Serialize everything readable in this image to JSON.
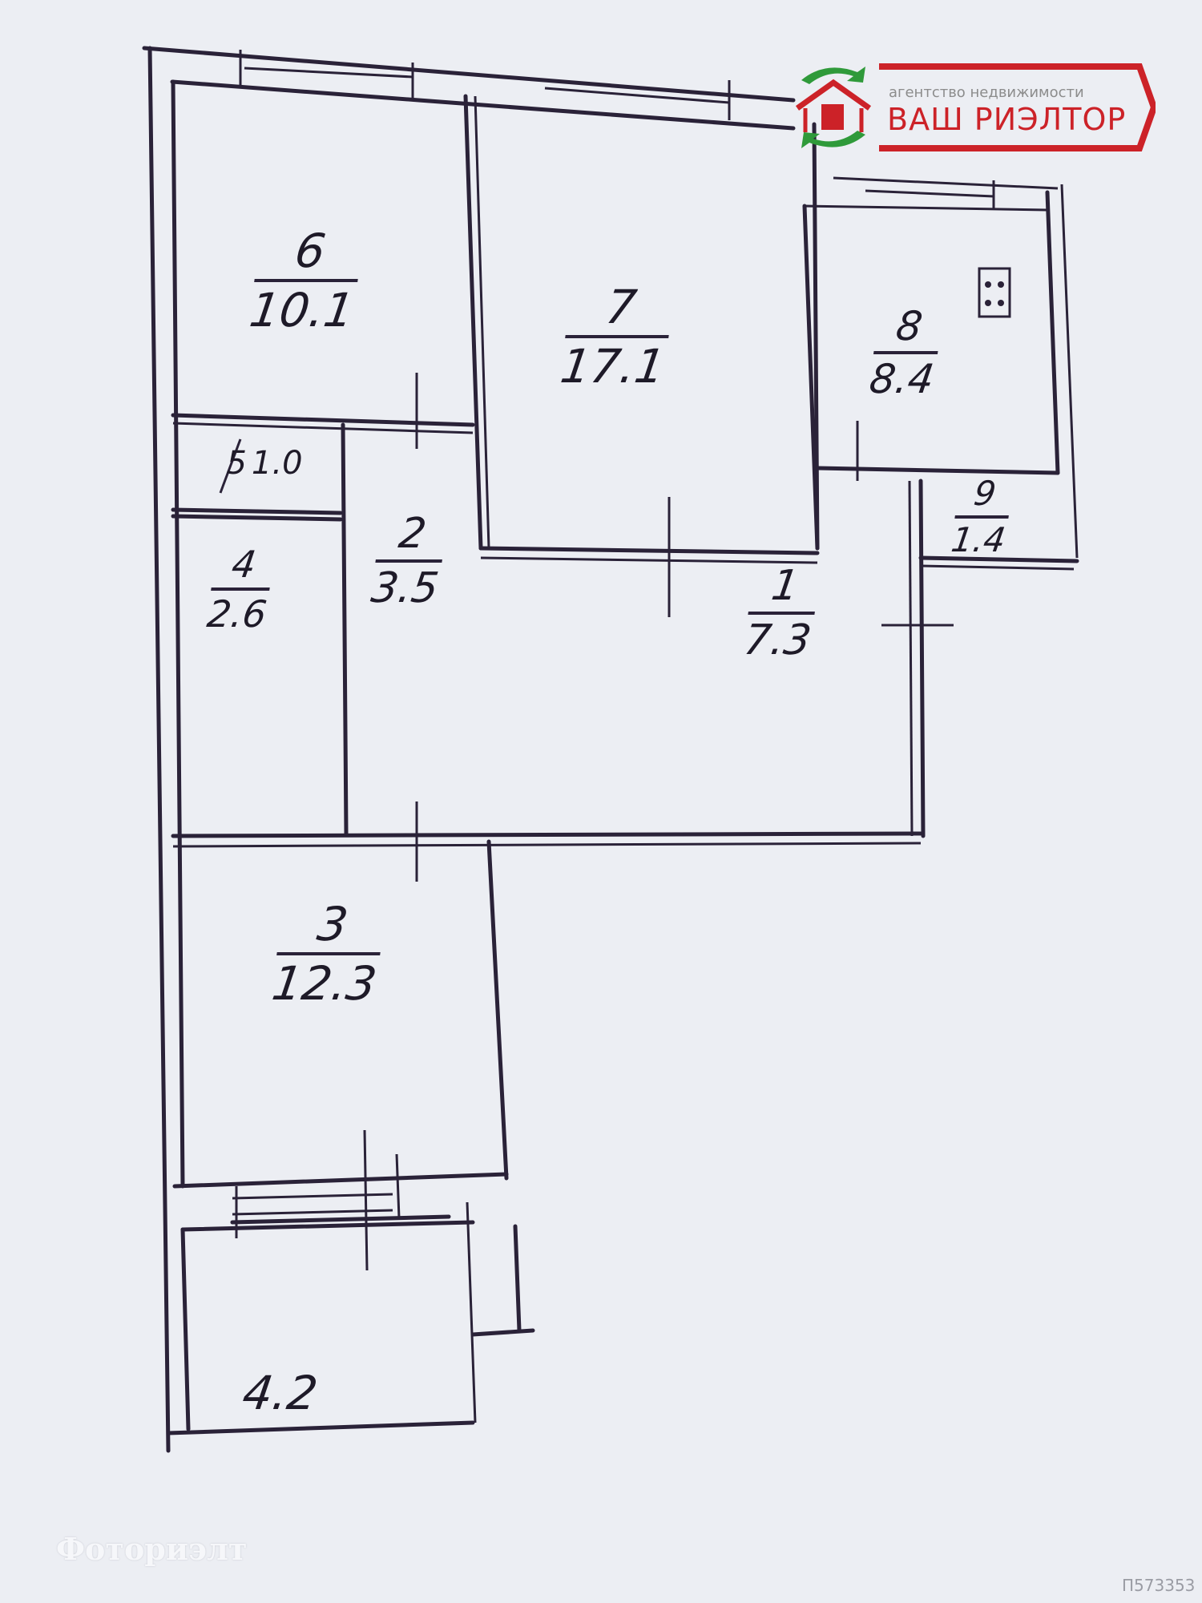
{
  "rooms": [
    {
      "num": "6",
      "area": "10.1"
    },
    {
      "num": "7",
      "area": "17.1"
    },
    {
      "num": "8",
      "area": "8.4"
    },
    {
      "num": "5",
      "area": "1.0"
    },
    {
      "num": "2",
      "area": "3.5"
    },
    {
      "num": "4",
      "area": "2.6"
    },
    {
      "num": "1",
      "area": "7.3"
    },
    {
      "num": "9",
      "area": "1.4"
    },
    {
      "num": "3",
      "area": "12.3"
    }
  ],
  "balcony": {
    "area": "4.2"
  },
  "logo": {
    "subtitle": "агентство недвижимости",
    "title": "ВАШ РИЭЛТОР",
    "red": "#cc2228",
    "green": "#2f9a3a"
  },
  "watermark": "Фоториэлт",
  "listing_code": "П573353"
}
